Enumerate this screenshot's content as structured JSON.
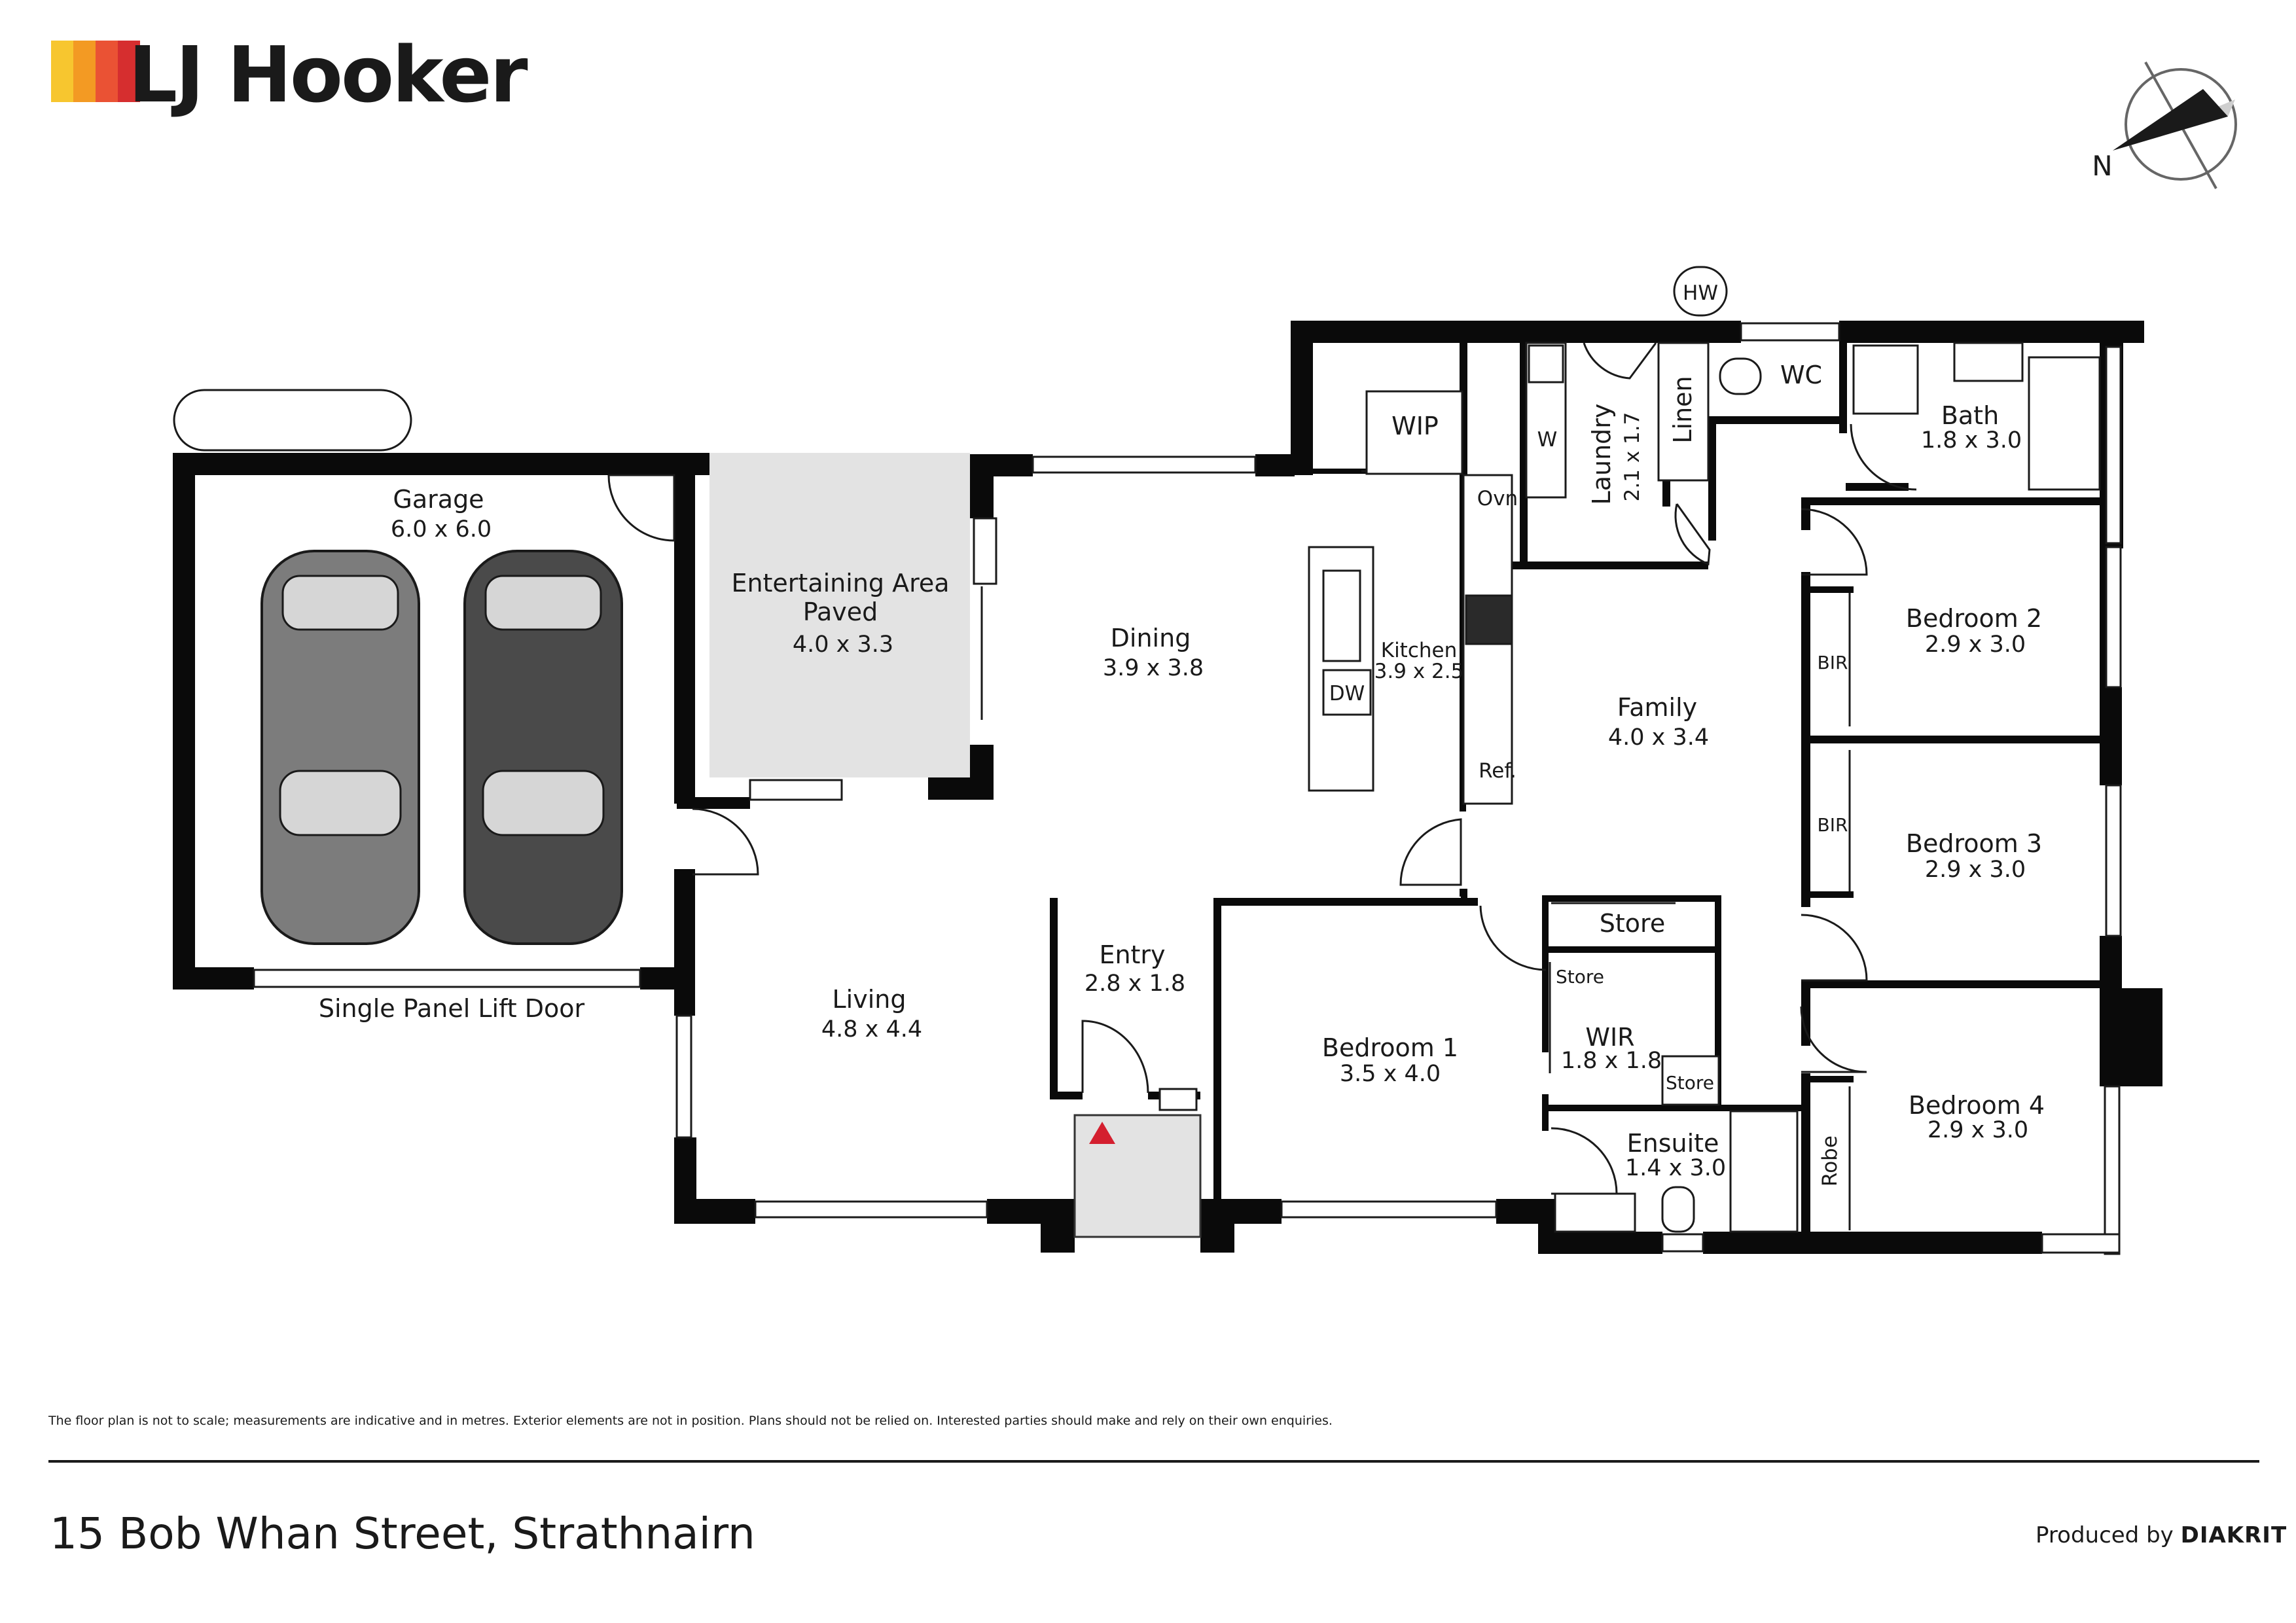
{
  "brand": {
    "name": "LJ Hooker",
    "stripe_colors": [
      "#f7c62f",
      "#f39a23",
      "#ea5234",
      "#d62e2f"
    ]
  },
  "compass": {
    "label": "N"
  },
  "rooms": {
    "garage": {
      "name": "Garage",
      "dims": "6.0 x 6.0"
    },
    "entertaining": {
      "line1": "Entertaining Area",
      "line2": "Paved",
      "dims": "4.0 x 3.3"
    },
    "dining": {
      "name": "Dining",
      "dims": "3.9 x 3.8"
    },
    "kitchen": {
      "name": "Kitchen",
      "dims": "3.9 x 2.5"
    },
    "wip": {
      "name": "WIP"
    },
    "laundry": {
      "name": "Laundry",
      "dims": "2.1 x 1.7"
    },
    "linen": {
      "name": "Linen"
    },
    "wc": {
      "name": "WC"
    },
    "bath": {
      "name": "Bath",
      "dims": "1.8 x 3.0"
    },
    "bedroom2": {
      "name": "Bedroom 2",
      "dims": "2.9 x 3.0"
    },
    "bedroom3": {
      "name": "Bedroom 3",
      "dims": "2.9 x 3.0"
    },
    "bedroom4": {
      "name": "Bedroom 4",
      "dims": "2.9 x 3.0"
    },
    "family": {
      "name": "Family",
      "dims": "4.0 x 3.4"
    },
    "living": {
      "name": "Living",
      "dims": "4.8 x 4.4"
    },
    "entry": {
      "name": "Entry",
      "dims": "2.8 x 1.8"
    },
    "bedroom1": {
      "name": "Bedroom 1",
      "dims": "3.5 x 4.0"
    },
    "wir": {
      "name": "WIR",
      "dims": "1.8 x 1.8"
    },
    "ensuite": {
      "name": "Ensuite",
      "dims": "1.4 x 3.0"
    }
  },
  "fixtures": {
    "hw": "HW",
    "w": "W",
    "ovn": "Ovn",
    "ref": "Ref.",
    "dw": "DW",
    "bir_top": "BIR",
    "bir_mid": "BIR",
    "robe": "Robe",
    "store_top": "Store",
    "store_small": "Store",
    "store_corner": "Store"
  },
  "labels": {
    "garage_door": "Single Panel Lift Door"
  },
  "footer": {
    "disclaimer": "The floor plan is not to scale; measurements are indicative and in metres. Exterior elements are not in position. Plans should not be relied on. Interested parties should make and rely on their own enquiries.",
    "address": "15 Bob Whan Street, Strathnairn",
    "produced_prefix": "Produced by",
    "produced_brand": "DIAKRIT"
  }
}
